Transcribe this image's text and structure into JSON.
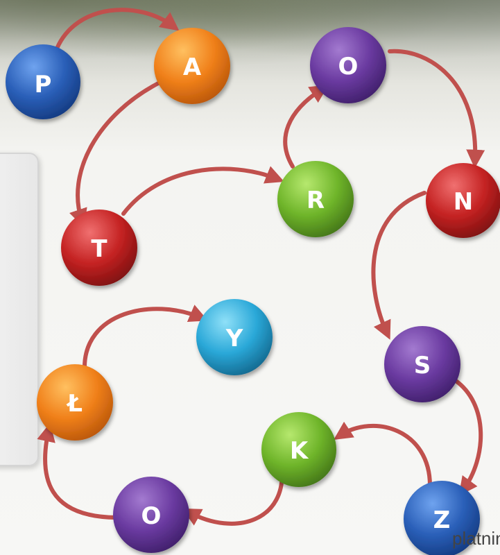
{
  "panel_text": ".",
  "bottom_text": "platninke",
  "colors": {
    "blue": "#2a5fb8",
    "orange": "#f0801a",
    "purple": "#6a3aa0",
    "green": "#6fb52a",
    "red": "#c42222",
    "cyan": "#2aa8d8",
    "arrow": "#c0504d"
  },
  "nodes": [
    {
      "id": "n1",
      "letter": "P",
      "color": "blue"
    },
    {
      "id": "n2",
      "letter": "A",
      "color": "orange"
    },
    {
      "id": "n3",
      "letter": "T",
      "color": "red"
    },
    {
      "id": "n4",
      "letter": "R",
      "color": "green"
    },
    {
      "id": "n5",
      "letter": "O",
      "color": "purple"
    },
    {
      "id": "n6",
      "letter": "N",
      "color": "red"
    },
    {
      "id": "n7",
      "letter": "S",
      "color": "purple"
    },
    {
      "id": "n8",
      "letter": "Z",
      "color": "blue"
    },
    {
      "id": "n9",
      "letter": "K",
      "color": "green"
    },
    {
      "id": "n10",
      "letter": "O",
      "color": "purple"
    },
    {
      "id": "n11",
      "letter": "Ł",
      "color": "orange"
    },
    {
      "id": "n12",
      "letter": "Y",
      "color": "cyan"
    }
  ]
}
